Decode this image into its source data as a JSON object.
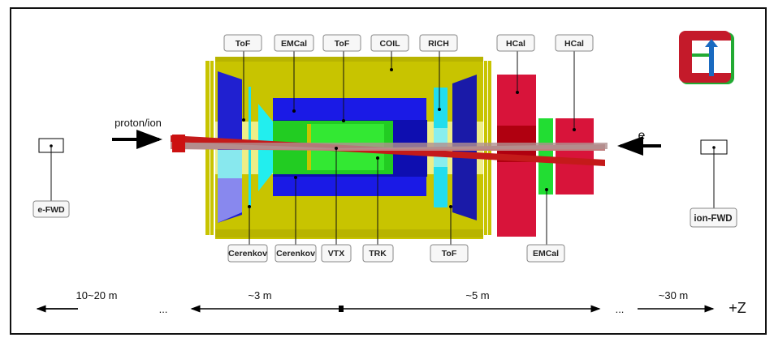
{
  "labels": {
    "tof_left": "ToF",
    "emcal_barrel": "EMCal",
    "tof_barrel": "ToF",
    "coil": "COIL",
    "rich": "RICH",
    "hcal_1": "HCal",
    "hcal_2": "HCal",
    "cerenkov_1": "Cerenkov",
    "cerenkov_2": "Cerenkov",
    "vtx": "VTX",
    "trk": "TRK",
    "tof_right": "ToF",
    "emcal_forward": "EMCal",
    "e_fwd": "e-FWD",
    "ion_fwd": "ion-FWD"
  },
  "beams": {
    "proton": "proton/ion",
    "electron": "e"
  },
  "scale": {
    "left": "10~20 m",
    "left_dots": "...",
    "center_left": "~3 m",
    "center_right": "~5 m",
    "right_dots": "...",
    "right": "~30 m",
    "axis": "+Z"
  },
  "colors": {
    "coil": "#c8c400",
    "emcal": "#1a1ae6",
    "tracker": "#22cc22",
    "rich": "#22ddee",
    "hcal": "#d8143a",
    "beam": "#c41a1a"
  }
}
